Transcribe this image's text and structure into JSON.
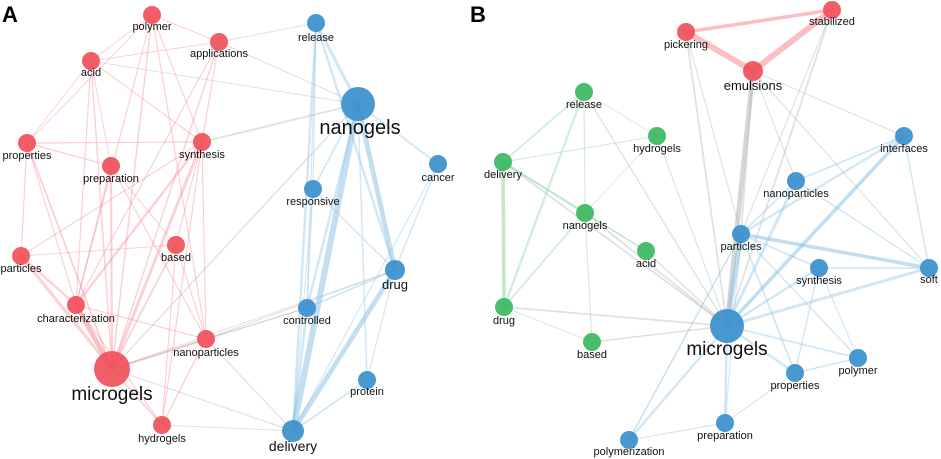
{
  "panels": [
    {
      "letter": "A",
      "nodes": [
        {
          "id": "polymer",
          "label": "polymer",
          "group": "red",
          "weight": 1
        },
        {
          "id": "applications",
          "label": "applications",
          "group": "red",
          "weight": 1
        },
        {
          "id": "acid",
          "label": "acid",
          "group": "red",
          "weight": 1
        },
        {
          "id": "properties",
          "label": "properties",
          "group": "red",
          "weight": 1
        },
        {
          "id": "synthesis",
          "label": "synthesis",
          "group": "red",
          "weight": 1
        },
        {
          "id": "preparation",
          "label": "preparation",
          "group": "red",
          "weight": 1
        },
        {
          "id": "particles",
          "label": "particles",
          "group": "red",
          "weight": 1
        },
        {
          "id": "based",
          "label": "based",
          "group": "red",
          "weight": 1
        },
        {
          "id": "characterization",
          "label": "characterization",
          "group": "red",
          "weight": 1
        },
        {
          "id": "nanoparticles",
          "label": "nanoparticles",
          "group": "red",
          "weight": 1
        },
        {
          "id": "microgels",
          "label": "microgels",
          "group": "red",
          "weight": 4
        },
        {
          "id": "hydrogels",
          "label": "hydrogels",
          "group": "red",
          "weight": 1
        },
        {
          "id": "release",
          "label": "release",
          "group": "blue",
          "weight": 1
        },
        {
          "id": "nanogels",
          "label": "nanogels",
          "group": "blue",
          "weight": 3
        },
        {
          "id": "cancer",
          "label": "cancer",
          "group": "blue",
          "weight": 1
        },
        {
          "id": "responsive",
          "label": "responsive",
          "group": "blue",
          "weight": 1
        },
        {
          "id": "drug",
          "label": "drug",
          "group": "blue",
          "weight": 1.5
        },
        {
          "id": "controlled",
          "label": "controlled",
          "group": "blue",
          "weight": 1
        },
        {
          "id": "protein",
          "label": "protein",
          "group": "blue",
          "weight": 1
        },
        {
          "id": "delivery",
          "label": "delivery",
          "group": "blue",
          "weight": 2
        }
      ],
      "edges": [
        [
          "microgels",
          "characterization",
          4
        ],
        [
          "microgels",
          "particles",
          2.5
        ],
        [
          "microgels",
          "synthesis",
          2.5
        ],
        [
          "microgels",
          "nanoparticles",
          2
        ],
        [
          "microgels",
          "preparation",
          1.8
        ],
        [
          "microgels",
          "hydrogels",
          1.5
        ],
        [
          "microgels",
          "based",
          1.5
        ],
        [
          "microgels",
          "properties",
          1.5
        ],
        [
          "microgels",
          "acid",
          1.2
        ],
        [
          "microgels",
          "polymer",
          1.2
        ],
        [
          "microgels",
          "applications",
          1.2
        ],
        [
          "microgels",
          "nanogels",
          1.2
        ],
        [
          "microgels",
          "delivery",
          1
        ],
        [
          "microgels",
          "drug",
          0.8
        ],
        [
          "microgels",
          "controlled",
          0.8
        ],
        [
          "particles",
          "characterization",
          2
        ],
        [
          "particles",
          "properties",
          1
        ],
        [
          "particles",
          "synthesis",
          1
        ],
        [
          "characterization",
          "synthesis",
          2
        ],
        [
          "characterization",
          "preparation",
          1.2
        ],
        [
          "characterization",
          "polymer",
          1
        ],
        [
          "characterization",
          "applications",
          1
        ],
        [
          "characterization",
          "acid",
          1
        ],
        [
          "characterization",
          "nanoparticles",
          1
        ],
        [
          "hydrogels",
          "nanoparticles",
          1.2
        ],
        [
          "hydrogels",
          "synthesis",
          1
        ],
        [
          "hydrogels",
          "based",
          1
        ],
        [
          "hydrogels",
          "characterization",
          1
        ],
        [
          "hydrogels",
          "delivery",
          0.8
        ],
        [
          "properties",
          "synthesis",
          1
        ],
        [
          "properties",
          "preparation",
          1
        ],
        [
          "properties",
          "characterization",
          1
        ],
        [
          "properties",
          "acid",
          0.8
        ],
        [
          "properties",
          "polymer",
          0.8
        ],
        [
          "acid",
          "synthesis",
          1
        ],
        [
          "acid",
          "applications",
          0.8
        ],
        [
          "acid",
          "polymer",
          0.8
        ],
        [
          "acid",
          "preparation",
          0.8
        ],
        [
          "acid",
          "nanogels",
          0.8
        ],
        [
          "polymer",
          "synthesis",
          1
        ],
        [
          "polymer",
          "applications",
          0.8
        ],
        [
          "polymer",
          "nanoparticles",
          1
        ],
        [
          "applications",
          "synthesis",
          1
        ],
        [
          "applications",
          "nanogels",
          1
        ],
        [
          "applications",
          "release",
          0.8
        ],
        [
          "synthesis",
          "nanogels",
          1.6
        ],
        [
          "synthesis",
          "based",
          1
        ],
        [
          "synthesis",
          "nanoparticles",
          1
        ],
        [
          "preparation",
          "nanoparticles",
          1
        ],
        [
          "preparation",
          "based",
          0.8
        ],
        [
          "based",
          "nanoparticles",
          1
        ],
        [
          "based",
          "particles",
          0.8
        ],
        [
          "nanoparticles",
          "controlled",
          1
        ],
        [
          "nanoparticles",
          "drug",
          1
        ],
        [
          "nanoparticles",
          "delivery",
          1
        ],
        [
          "nanogels",
          "delivery",
          5
        ],
        [
          "nanogels",
          "drug",
          4
        ],
        [
          "nanogels",
          "release",
          2.5
        ],
        [
          "nanogels",
          "cancer",
          1.5
        ],
        [
          "nanogels",
          "responsive",
          1.5
        ],
        [
          "nanogels",
          "controlled",
          2
        ],
        [
          "nanogels",
          "protein",
          1.2
        ],
        [
          "release",
          "drug",
          2
        ],
        [
          "release",
          "delivery",
          2
        ],
        [
          "release",
          "controlled",
          1
        ],
        [
          "release",
          "responsive",
          1
        ],
        [
          "drug",
          "delivery",
          4
        ],
        [
          "drug",
          "controlled",
          1.5
        ],
        [
          "drug",
          "cancer",
          1.2
        ],
        [
          "drug",
          "responsive",
          1.2
        ],
        [
          "delivery",
          "controlled",
          2
        ],
        [
          "delivery",
          "protein",
          1.5
        ],
        [
          "delivery",
          "cancer",
          1
        ],
        [
          "delivery",
          "responsive",
          1
        ],
        [
          "controlled",
          "responsive",
          1
        ],
        [
          "protein",
          "drug",
          1
        ]
      ]
    },
    {
      "letter": "B",
      "nodes": [
        {
          "id": "pickering",
          "label": "pickering",
          "group": "red",
          "weight": 1
        },
        {
          "id": "stabilized",
          "label": "stabilized",
          "group": "red",
          "weight": 1
        },
        {
          "id": "emulsions",
          "label": "emulsions",
          "group": "red",
          "weight": 1.3
        },
        {
          "id": "release",
          "label": "release",
          "group": "green",
          "weight": 1
        },
        {
          "id": "hydrogels",
          "label": "hydrogels",
          "group": "green",
          "weight": 1
        },
        {
          "id": "delivery",
          "label": "delivery",
          "group": "green",
          "weight": 1
        },
        {
          "id": "nanogels",
          "label": "nanogels",
          "group": "green",
          "weight": 1
        },
        {
          "id": "acid",
          "label": "acid",
          "group": "green",
          "weight": 1
        },
        {
          "id": "drug",
          "label": "drug",
          "group": "green",
          "weight": 1
        },
        {
          "id": "based",
          "label": "based",
          "group": "green",
          "weight": 1
        },
        {
          "id": "interfaces",
          "label": "interfaces",
          "group": "blue",
          "weight": 1
        },
        {
          "id": "nanoparticles",
          "label": "nanoparticles",
          "group": "blue",
          "weight": 1
        },
        {
          "id": "particles",
          "label": "particles",
          "group": "blue",
          "weight": 1
        },
        {
          "id": "synthesis",
          "label": "synthesis",
          "group": "blue",
          "weight": 1
        },
        {
          "id": "soft",
          "label": "soft",
          "group": "blue",
          "weight": 1
        },
        {
          "id": "microgels",
          "label": "microgels",
          "group": "blue",
          "weight": 3.5
        },
        {
          "id": "polymer",
          "label": "polymer",
          "group": "blue",
          "weight": 1
        },
        {
          "id": "properties",
          "label": "properties",
          "group": "blue",
          "weight": 1
        },
        {
          "id": "preparation",
          "label": "preparation",
          "group": "blue",
          "weight": 1
        },
        {
          "id": "polymerization",
          "label": "polymerization",
          "group": "blue",
          "weight": 1
        }
      ],
      "edges": [
        [
          "pickering",
          "stabilized",
          3
        ],
        [
          "pickering",
          "emulsions",
          5
        ],
        [
          "stabilized",
          "emulsions",
          5
        ],
        [
          "emulsions",
          "microgels",
          4
        ],
        [
          "emulsions",
          "particles",
          1.5
        ],
        [
          "emulsions",
          "interfaces",
          1
        ],
        [
          "emulsions",
          "soft",
          1
        ],
        [
          "emulsions",
          "nanoparticles",
          1
        ],
        [
          "pickering",
          "microgels",
          1.5
        ],
        [
          "stabilized",
          "microgels",
          1.5
        ],
        [
          "pickering",
          "particles",
          1
        ],
        [
          "stabilized",
          "particles",
          1
        ],
        [
          "release",
          "drug",
          2
        ],
        [
          "release",
          "delivery",
          1.5
        ],
        [
          "release",
          "nanogels",
          1
        ],
        [
          "release",
          "microgels",
          1.2
        ],
        [
          "release",
          "hydrogels",
          0.8
        ],
        [
          "hydrogels",
          "delivery",
          1
        ],
        [
          "hydrogels",
          "microgels",
          1
        ],
        [
          "hydrogels",
          "nanogels",
          0.8
        ],
        [
          "delivery",
          "drug",
          3
        ],
        [
          "delivery",
          "nanogels",
          2
        ],
        [
          "delivery",
          "acid",
          1
        ],
        [
          "delivery",
          "microgels",
          1.5
        ],
        [
          "nanogels",
          "drug",
          1.5
        ],
        [
          "nanogels",
          "acid",
          1.2
        ],
        [
          "nanogels",
          "based",
          1
        ],
        [
          "nanogels",
          "microgels",
          1.5
        ],
        [
          "drug",
          "microgels",
          1.5
        ],
        [
          "drug",
          "based",
          1
        ],
        [
          "based",
          "microgels",
          1.2
        ],
        [
          "acid",
          "microgels",
          1.2
        ],
        [
          "microgels",
          "particles",
          4
        ],
        [
          "microgels",
          "nanoparticles",
          2.5
        ],
        [
          "microgels",
          "interfaces",
          3
        ],
        [
          "microgels",
          "synthesis",
          2
        ],
        [
          "microgels",
          "soft",
          2.5
        ],
        [
          "microgels",
          "polymer",
          1.5
        ],
        [
          "microgels",
          "properties",
          2
        ],
        [
          "microgels",
          "preparation",
          2
        ],
        [
          "microgels",
          "polymerization",
          2
        ],
        [
          "particles",
          "soft",
          3
        ],
        [
          "particles",
          "interfaces",
          2
        ],
        [
          "particles",
          "nanoparticles",
          1.5
        ],
        [
          "particles",
          "synthesis",
          1.5
        ],
        [
          "particles",
          "properties",
          1.5
        ],
        [
          "particles",
          "polymer",
          1.2
        ],
        [
          "particles",
          "preparation",
          1
        ],
        [
          "particles",
          "polymerization",
          1
        ],
        [
          "synthesis",
          "soft",
          1.5
        ],
        [
          "synthesis",
          "properties",
          1.2
        ],
        [
          "synthesis",
          "polymer",
          1
        ],
        [
          "nanoparticles",
          "interfaces",
          1.5
        ],
        [
          "nanoparticles",
          "soft",
          1.2
        ],
        [
          "interfaces",
          "soft",
          1.2
        ],
        [
          "properties",
          "polymer",
          1.2
        ],
        [
          "preparation",
          "polymerization",
          1
        ],
        [
          "preparation",
          "properties",
          1
        ],
        [
          "polymerization",
          "particles",
          0.8
        ]
      ]
    }
  ],
  "colors": {
    "red": "#f0505a",
    "blue": "#3b8fcc",
    "green": "#3cb862",
    "red_edge": "#f58b90",
    "blue_edge": "#8fc2e6",
    "green_edge": "#8fd4a3",
    "mixed_edge": "#b5b5b5"
  }
}
